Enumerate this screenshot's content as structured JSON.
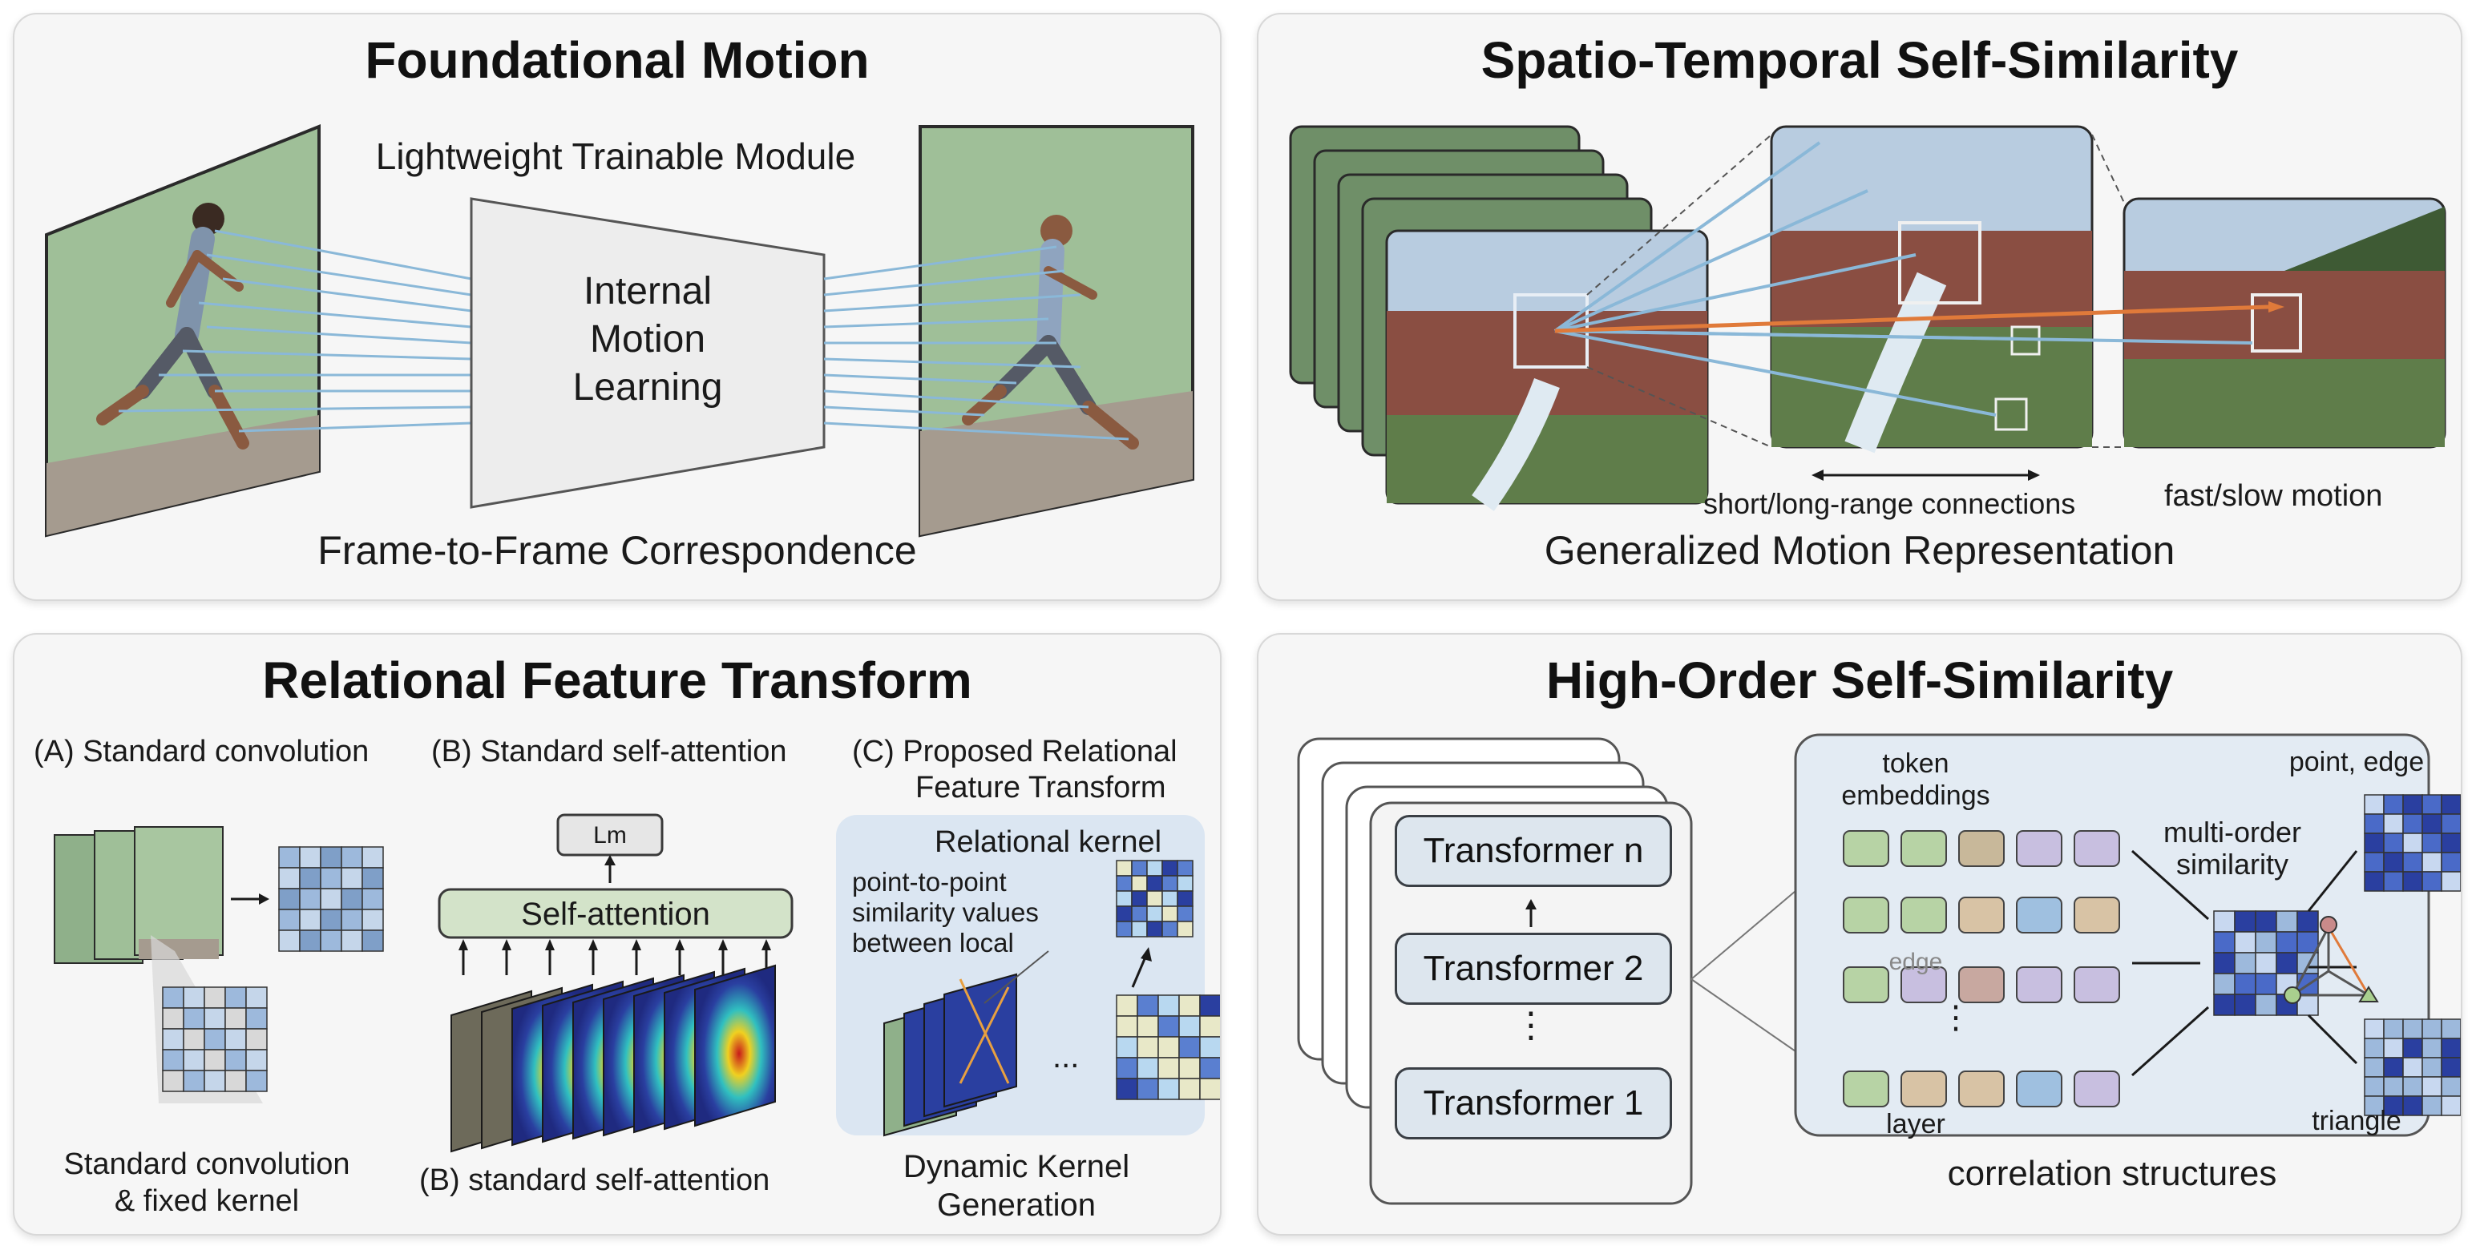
{
  "panels": {
    "foundational": {
      "title": "Foundational Motion",
      "module_label": "Lightweight Trainable Module",
      "module_text_1": "Internal",
      "module_text_2": "Motion",
      "module_text_3": "Learning",
      "caption": "Frame-to-Frame Correspondence"
    },
    "spatiotemporal": {
      "title": "Spatio-Temporal Self-Similarity",
      "connections_label": "short/long-range connections",
      "speed_label": "fast/slow motion",
      "caption": "Generalized Motion Representation"
    },
    "relational": {
      "title": "Relational Feature Transform",
      "heading_a": "(A) Standard convolution",
      "heading_b": "(B) Standard self-attention",
      "heading_c1": "(C) Proposed Relational",
      "heading_c2": "Feature Transform",
      "lm_label": "Lm",
      "selfattn_label": "Self-attention",
      "kernel_label": "Relational kernel",
      "similarity_1": "point-to-point",
      "similarity_2": "similarity values",
      "similarity_3": "between local",
      "ellipsis": "...",
      "caption_a1": "Standard convolution",
      "caption_a2": "& fixed kernel",
      "caption_b": "(B) standard self-attention",
      "caption_c1": "Dynamic Kernel",
      "caption_c2": "Generation"
    },
    "highorder": {
      "title": "High-Order Self-Similarity",
      "transformer_n": "Transformer n",
      "transformer_2": "Transformer 2",
      "transformer_1": "Transformer 1",
      "vdots": "⋮",
      "token_label_1": "token",
      "token_label_2": "embeddings",
      "edge_label": "edge",
      "layer_label": "layer",
      "multi_1": "multi-order",
      "multi_2": "similarity",
      "point_edge_label": "point, edge",
      "triangle_label": "triangle",
      "caption": "correlation structures"
    }
  },
  "colors": {
    "panel_bg": "#f6f6f6",
    "scene_green": "#8fb08a",
    "connection_blue": "#8ab8d8",
    "orange_arrow": "#e07a3a",
    "heatmap_blue": "#2a3fa0",
    "cell_blue": "#9db9dc",
    "token_green": "#b7d3a5",
    "token_purple": "#c8bfe0",
    "token_tan": "#d8c3a5"
  }
}
